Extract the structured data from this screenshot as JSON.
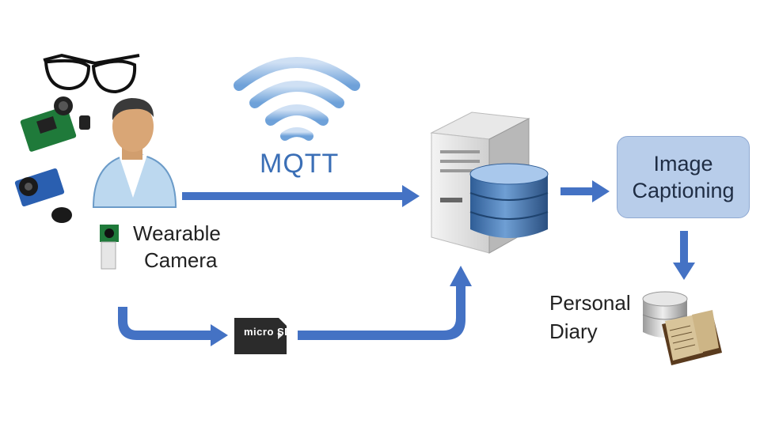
{
  "labels": {
    "wearable_line1": "Wearable",
    "wearable_line2": "Camera",
    "mqtt": "MQTT",
    "caption_line1": "Image",
    "caption_line2": "Captioning",
    "diary_line1": "Personal",
    "diary_line2": "Diary",
    "sd_card": "micro SD"
  },
  "icons": {
    "glasses": "eyeglasses-icon",
    "person": "person-avatar-icon",
    "camera_modules": "camera-module-icon",
    "wifi": "wifi-signal-icon",
    "server": "server-database-icon",
    "sd_card": "micro-sd-card-icon",
    "diary": "book-database-icon"
  },
  "colors": {
    "arrow": "#4472c4",
    "mqtt_text": "#3b6fb6",
    "caption_box": "#b8cdea"
  }
}
